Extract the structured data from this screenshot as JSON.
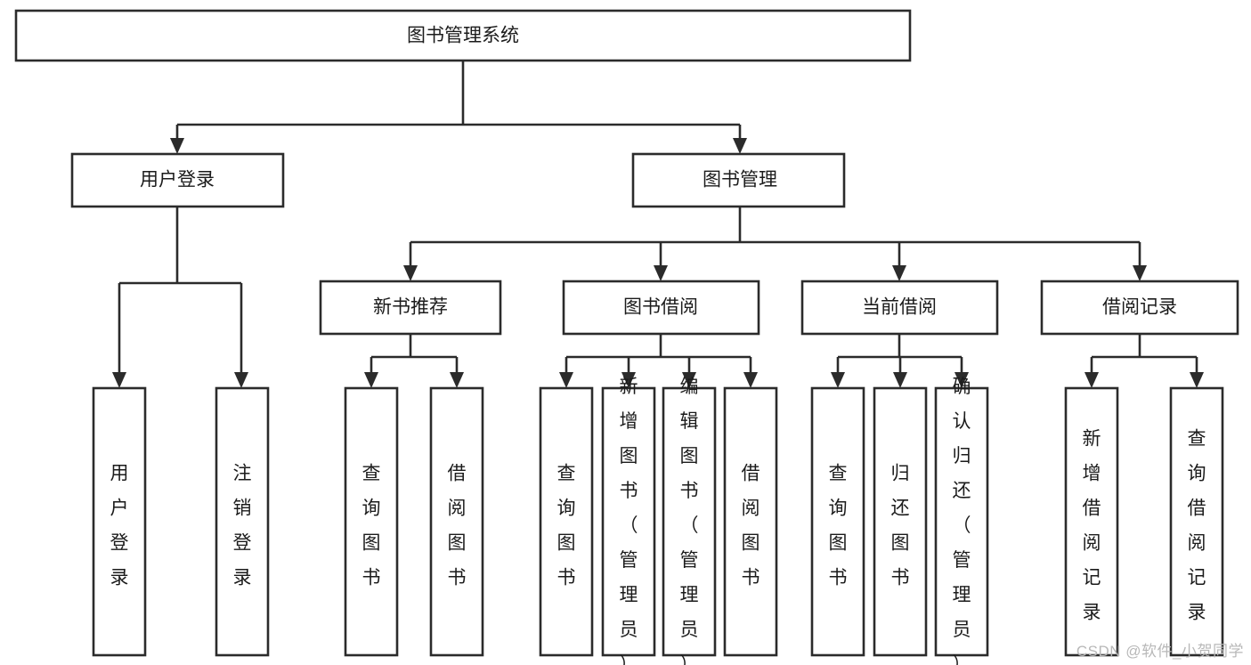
{
  "diagram": {
    "type": "tree-hierarchy",
    "orientation": "top-down",
    "title": "图书管理系统",
    "colors": {
      "stroke": "#2b2b2b",
      "fill": "#ffffff",
      "text": "#1b1b1b",
      "watermark": "#b8b8b8"
    },
    "levels": {
      "root": {
        "label": "图书管理系统"
      },
      "level2": [
        {
          "id": "user-login",
          "label": "用户登录"
        },
        {
          "id": "book-manage",
          "label": "图书管理"
        }
      ],
      "level3": [
        {
          "id": "new-book-rec",
          "label": "新书推荐",
          "parent": "book-manage"
        },
        {
          "id": "book-borrow",
          "label": "图书借阅",
          "parent": "book-manage"
        },
        {
          "id": "current-borrow",
          "label": "当前借阅",
          "parent": "book-manage"
        },
        {
          "id": "borrow-record",
          "label": "借阅记录",
          "parent": "book-manage"
        }
      ],
      "leaves": [
        {
          "id": "leaf-user-login",
          "label": "用户登录",
          "parent": "user-login"
        },
        {
          "id": "leaf-logout-login",
          "label": "注销登录",
          "parent": "user-login"
        },
        {
          "id": "leaf-query-book-1",
          "label": "查询图书",
          "parent": "new-book-rec"
        },
        {
          "id": "leaf-borrow-book-1",
          "label": "借阅图书",
          "parent": "new-book-rec"
        },
        {
          "id": "leaf-query-book-2",
          "label": "查询图书",
          "parent": "book-borrow"
        },
        {
          "id": "leaf-add-book",
          "label": "新增图书（管理员）",
          "parent": "book-borrow"
        },
        {
          "id": "leaf-edit-book",
          "label": "编辑图书（管理员）",
          "parent": "book-borrow"
        },
        {
          "id": "leaf-borrow-book-2",
          "label": "借阅图书",
          "parent": "book-borrow"
        },
        {
          "id": "leaf-query-book-3",
          "label": "查询图书",
          "parent": "current-borrow"
        },
        {
          "id": "leaf-return-book",
          "label": "归还图书",
          "parent": "current-borrow"
        },
        {
          "id": "leaf-confirm-return",
          "label": "确认归还（管理员）",
          "parent": "current-borrow"
        },
        {
          "id": "leaf-add-record",
          "label": "新增借阅记录",
          "parent": "borrow-record"
        },
        {
          "id": "leaf-query-record",
          "label": "查询借阅记录",
          "parent": "borrow-record"
        }
      ]
    }
  },
  "watermark": {
    "text": "CSDN @软件_小贺同学"
  }
}
